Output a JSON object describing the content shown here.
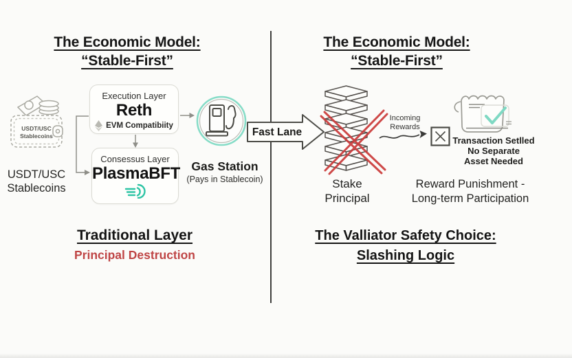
{
  "colors": {
    "background": "#fbfbf9",
    "teal_accent": "#86dcc7",
    "speed_icon_teal": "#2ec4a5",
    "check_teal": "#7fd9c3",
    "red_x": "#c93b3b",
    "red_warning_text": "#bf4545",
    "divider_dark": "#3e3e3c",
    "box_border_gray": "#dadad3"
  },
  "icons": [
    "wallet-icon",
    "dollar-bill-icon",
    "coin-stack-icon",
    "ethereum-icon",
    "speed-lines-icon",
    "gas-pump-icon",
    "fast-lane-arrow-icon",
    "stake-stack-icon",
    "red-x-icon",
    "wavy-arrow-icon",
    "rejected-checkbox-icon",
    "receipt-icon",
    "check-icon"
  ],
  "left": {
    "title_line1": "The Economic Model:",
    "title_line2": "“Stable-First”",
    "wallet_label_line1": "USDT/USC",
    "wallet_label_line2": "Stablecoins",
    "source_line1": "USDT/USC",
    "source_line2": "Stablecoins",
    "execution": {
      "layer": "Execution Layer",
      "name": "Reth",
      "note": "EVM Compatibiity"
    },
    "consensus": {
      "layer": "Consessus Layer",
      "name": "PlasmaBFT"
    },
    "gas": {
      "label": "Gas Station",
      "sublabel": "(Pays in Stablecoin)"
    },
    "footer_title": "Traditional Layer",
    "footer_warning": "Principal Destruction"
  },
  "divider": {
    "fast_lane": "Fast Lane"
  },
  "right": {
    "title_line1": "The Economic Model:",
    "title_line2": "“Stable-First”",
    "stake_line1": "Stake",
    "stake_line2": "Principal",
    "incoming_line1": "Incoming",
    "incoming_line2": "Rewards",
    "settled_line1": "Transaction Setlled",
    "settled_line2": "No Separate",
    "settled_line3": "Asset Needed",
    "reward_line1": "Reward Punishment -",
    "reward_line2": "Long-term Participation",
    "footer_line1": "The Valliator Safety Choice:",
    "footer_line2": "Slashing Logic"
  }
}
